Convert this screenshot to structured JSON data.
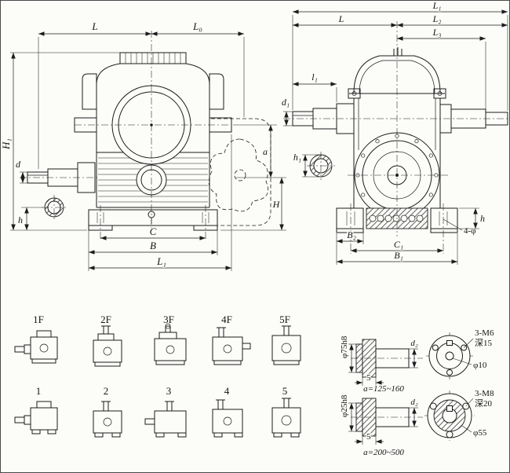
{
  "front_view": {
    "dims": {
      "L": "L",
      "L0": "L₀",
      "H1": "H₁",
      "d": "d",
      "h": "h",
      "C": "C",
      "B": "B",
      "L1": "L₁",
      "a": "a",
      "H": "H"
    }
  },
  "side_view": {
    "dims": {
      "L1": "L₁",
      "L": "L",
      "L2": "L₂",
      "L3": "L₃",
      "l1": "l₁",
      "d1": "d₁",
      "h1": "h₁",
      "B2": "B₂",
      "C1": "C₁",
      "B1": "B₁",
      "holes": "4-φ",
      "h": "h"
    }
  },
  "mount_variants": {
    "flange_row": [
      "1F",
      "2F",
      "3F",
      "4F",
      "5F"
    ],
    "foot_row": [
      "1",
      "2",
      "3",
      "4",
      "5"
    ]
  },
  "shaft_details": [
    {
      "spigot_dia": "φ75h8",
      "flange_thickness": "5",
      "shaft_dia": "d₂",
      "range": "a=125~160",
      "thread_callout": "3-M6",
      "depth_callout": "深15",
      "hole_dia": "φ10"
    },
    {
      "spigot_dia": "φ25h8",
      "flange_thickness": "5",
      "shaft_dia": "d₂",
      "range": "a=200~500",
      "thread_callout": "3-M8",
      "depth_callout": "深20",
      "hole_dia": "φ55"
    }
  ]
}
